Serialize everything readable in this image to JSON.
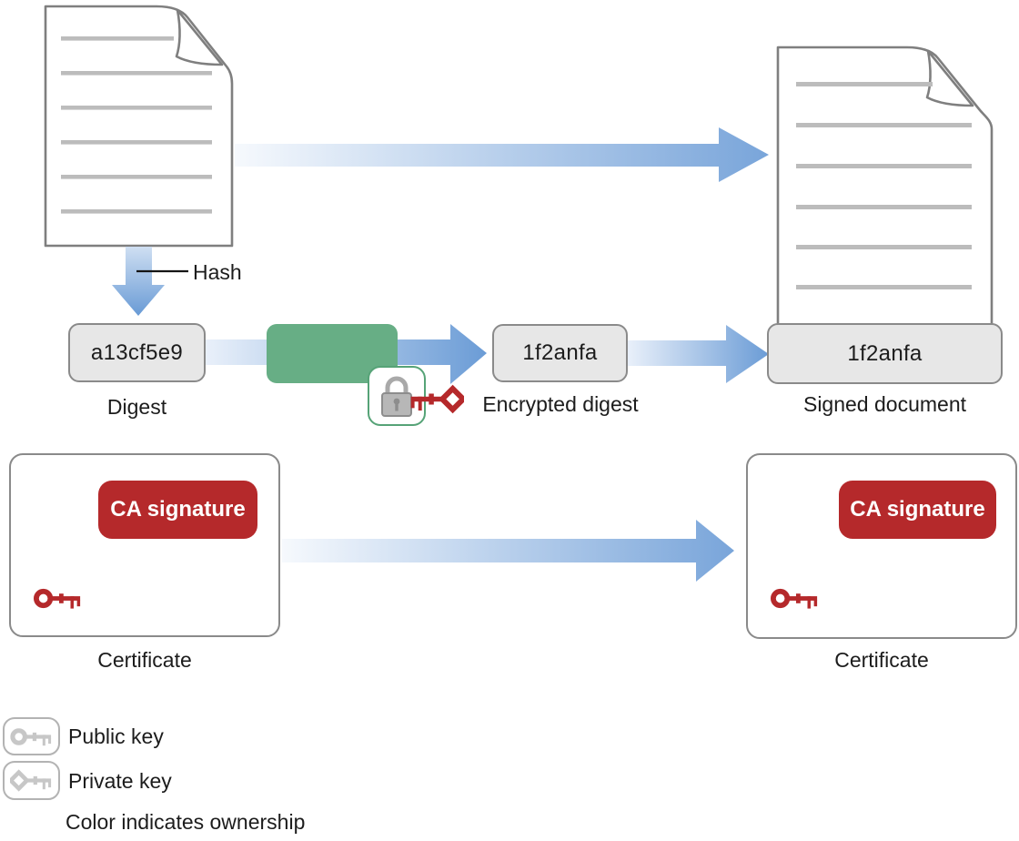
{
  "colors": {
    "arrow_blue": "#79a5da",
    "arrow_light": "#f4f8fd",
    "process_green": "#67ae85",
    "lock_border_green": "#56a377",
    "owner_red": "#b5292b",
    "box_fill": "#e7e7e7",
    "box_border": "#8a8a8a",
    "doc_border": "#7f7f7f",
    "doc_line": "#bcbcbc",
    "legend_gray": "#c7c7c7",
    "legend_border": "#b3b3b3",
    "text": "#1c1c1c"
  },
  "flow": {
    "hash_label": "Hash",
    "digest": {
      "value": "a13cf5e9",
      "label": "Digest"
    },
    "encrypted_digest": {
      "value": "1f2anfa",
      "label": "Encrypted digest"
    },
    "signed_document": {
      "value": "1f2anfa",
      "label": "Signed document"
    }
  },
  "certificates": {
    "left": {
      "badge": "CA signature",
      "label": "Certificate"
    },
    "right": {
      "badge": "CA signature",
      "label": "Certificate"
    }
  },
  "legend": {
    "public_key_label": "Public key",
    "private_key_label": "Private key",
    "note": "Color indicates ownership"
  }
}
